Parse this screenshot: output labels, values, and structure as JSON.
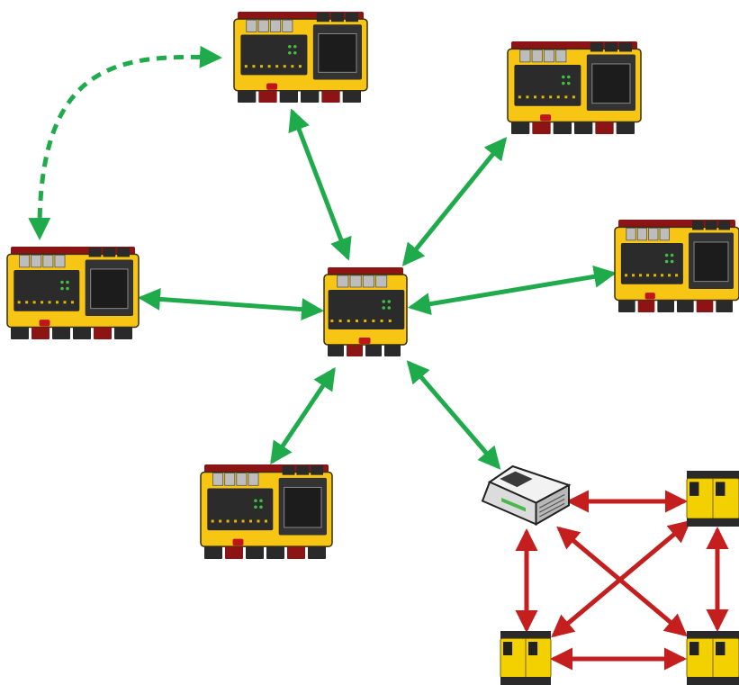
{
  "colors": {
    "background": "#ffffff",
    "controller_body": "#f7c514",
    "controller_outline": "#3a2d05",
    "controller_panel": "#2b2b2b",
    "controller_screen": "#1c1c1c",
    "connector_black": "#2a2a2a",
    "terminal_red": "#8c1414",
    "ethernet_port": "#bdbdbd",
    "led_green": "#3fbf3f",
    "io_module_body": "#f3d000",
    "switch_body": "#f2f2f2",
    "switch_top": "#3a3a3a",
    "switch_leds": "#4bb84b",
    "link_green": "#1fab4c",
    "link_red": "#c41e1e"
  },
  "nodes": {
    "center_controller": {
      "kind": "safety-controller",
      "icon": "controller-icon"
    },
    "controller_top": {
      "kind": "safety-controller",
      "icon": "controller-icon"
    },
    "controller_top_right": {
      "kind": "safety-controller",
      "icon": "controller-icon"
    },
    "controller_right": {
      "kind": "safety-controller",
      "icon": "controller-icon"
    },
    "controller_left": {
      "kind": "safety-controller",
      "icon": "controller-icon"
    },
    "controller_bottom": {
      "kind": "safety-controller",
      "icon": "controller-icon"
    },
    "network_switch": {
      "kind": "network-switch",
      "icon": "ethernet-switch-icon"
    },
    "io_module_top_right": {
      "kind": "io-module",
      "icon": "io-module-icon"
    },
    "io_module_bottom_left": {
      "kind": "io-module",
      "icon": "io-module-icon"
    },
    "io_module_bottom_right": {
      "kind": "io-module",
      "icon": "io-module-icon"
    }
  },
  "links": [
    {
      "from": "center_controller",
      "to": "controller_top",
      "style": "solid",
      "color": "link_green",
      "arrows": "both"
    },
    {
      "from": "center_controller",
      "to": "controller_top_right",
      "style": "solid",
      "color": "link_green",
      "arrows": "both"
    },
    {
      "from": "center_controller",
      "to": "controller_right",
      "style": "solid",
      "color": "link_green",
      "arrows": "both"
    },
    {
      "from": "center_controller",
      "to": "controller_left",
      "style": "solid",
      "color": "link_green",
      "arrows": "both"
    },
    {
      "from": "center_controller",
      "to": "controller_bottom",
      "style": "solid",
      "color": "link_green",
      "arrows": "both"
    },
    {
      "from": "center_controller",
      "to": "network_switch",
      "style": "solid",
      "color": "link_green",
      "arrows": "both"
    },
    {
      "from": "controller_top",
      "to": "controller_left",
      "style": "dashed",
      "color": "link_green",
      "arrows": "both"
    },
    {
      "from": "network_switch",
      "to": "io_module_top_right",
      "style": "solid",
      "color": "link_red",
      "arrows": "both"
    },
    {
      "from": "network_switch",
      "to": "io_module_bottom_left",
      "style": "solid",
      "color": "link_red",
      "arrows": "both"
    },
    {
      "from": "network_switch",
      "to": "io_module_bottom_right",
      "style": "solid",
      "color": "link_red",
      "arrows": "both"
    },
    {
      "from": "io_module_top_right",
      "to": "io_module_bottom_right",
      "style": "solid",
      "color": "link_red",
      "arrows": "both"
    },
    {
      "from": "io_module_top_right",
      "to": "io_module_bottom_left",
      "style": "solid",
      "color": "link_red",
      "arrows": "both"
    },
    {
      "from": "io_module_bottom_left",
      "to": "io_module_bottom_right",
      "style": "solid",
      "color": "link_red",
      "arrows": "both"
    }
  ]
}
